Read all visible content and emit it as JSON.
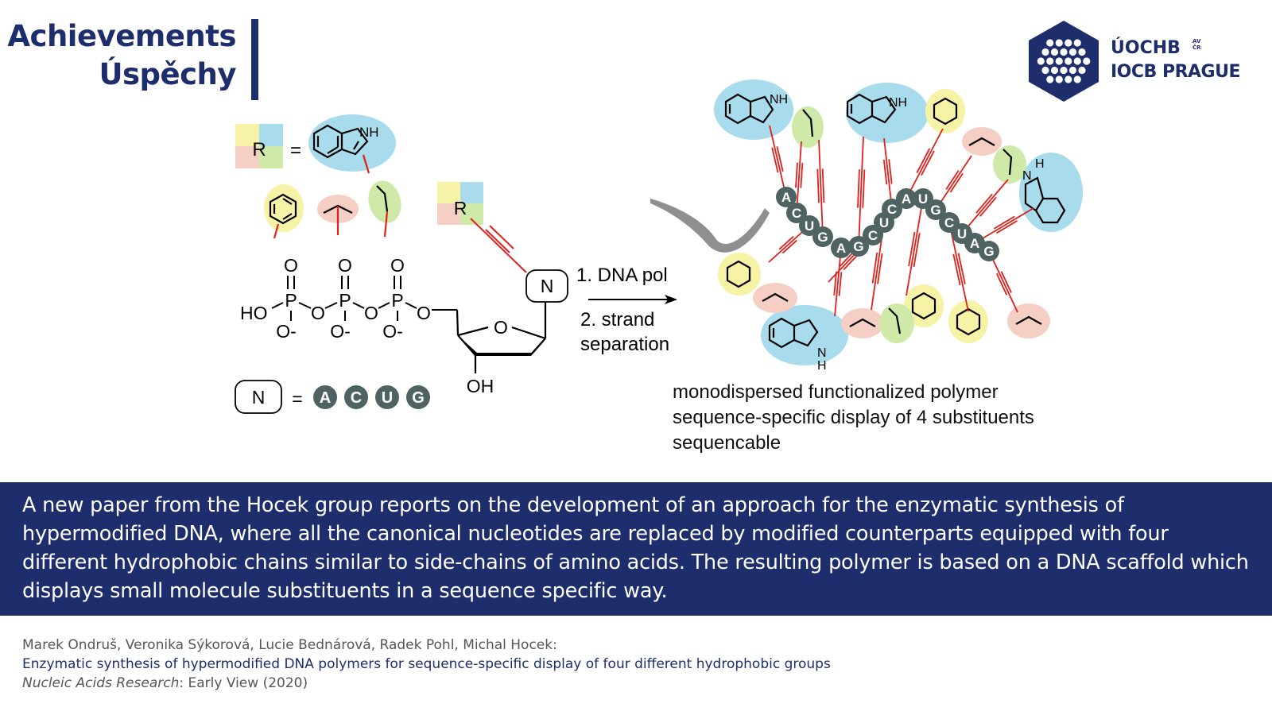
{
  "header": {
    "title_en": "Achievements",
    "title_cz": "Úspěchy"
  },
  "logo": {
    "line1": "ÚOCHB",
    "av_top": "AV",
    "av_bottom": "ČR",
    "line2": "IOCB PRAGUE"
  },
  "scheme": {
    "r_label": "R",
    "equals": "=",
    "nh_label": "NH",
    "phosphate_o_labels": [
      "O",
      "O",
      "O"
    ],
    "phosphate_p_labels": [
      "P",
      "P",
      "P"
    ],
    "phosphate_minus_labels": [
      "O-",
      "O-",
      "O-"
    ],
    "ho_label": "HO",
    "bridging_o_labels": [
      "O",
      "O",
      "O"
    ],
    "ring_o": "O",
    "oh_label": "OH",
    "n_label": "N",
    "r_label_top": "R",
    "nucleobases": [
      "A",
      "C",
      "U",
      "G"
    ],
    "step1": "1. DNA pol",
    "step2_line1": "2. strand",
    "step2_line2": "separation",
    "strand_sequence": [
      "A",
      "C",
      "U",
      "G",
      "A",
      "G",
      "C",
      "U",
      "C",
      "A",
      "U",
      "G",
      "C",
      "U",
      "A",
      "G"
    ],
    "indole_nh_labels": [
      "NH",
      "NH",
      "H",
      "N",
      "N",
      "H"
    ]
  },
  "description": {
    "line1": "monodispersed functionalized polymer",
    "line2": "sequence-specific display of 4 substituents",
    "line3": "sequencable"
  },
  "banner": {
    "text": "A new paper from the Hocek group reports on the development of an approach for the enzymatic synthesis of hypermodified DNA, where all the canonical nucleotides are replaced by modified counterparts equipped with four different hydrophobic chains similar to side-chains of amino acids. The resulting polymer is based on a DNA scaffold which displays small molecule substituents in a sequence specific way."
  },
  "citation": {
    "authors": "Marek Ondruš, Veronika Sýkorová, Lucie Bednárová, Radek Pohl, Michal Hocek:",
    "title": "Enzymatic synthesis of hypermodified DNA polymers for sequence-specific display of four different hydrophobic groups",
    "journal": "Nucleic Acids Research",
    "journal_suffix": ": Early View (2020)"
  },
  "colors": {
    "navy": "#1e2d6b",
    "indole_blue": "#a8dcec",
    "phenyl_yellow": "#f6f3a6",
    "isopropyl_pink": "#f5cfc4",
    "ethyl_green": "#cfeaa8",
    "nucleobase_grey": "#4f6363",
    "alkyne_red": "#e0201b"
  },
  "icons": {
    "logo": "iocb-hexagon-logo-icon",
    "arrow": "reaction-arrow-icon"
  }
}
